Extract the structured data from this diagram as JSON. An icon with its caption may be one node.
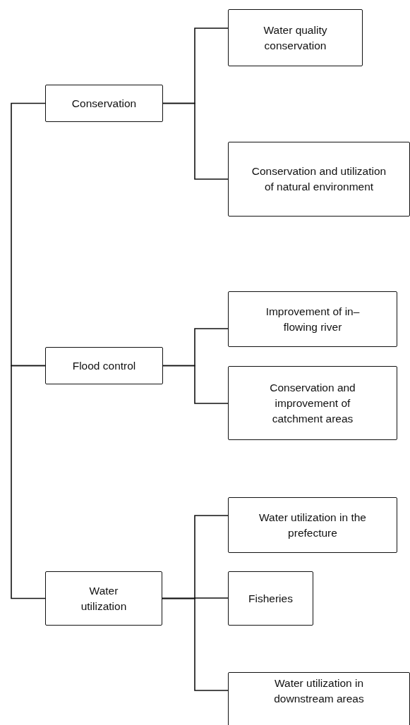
{
  "diagram": {
    "nodes": [
      {
        "text": [
          "Conservation"
        ]
      },
      {
        "text": [
          "Water quality conservation"
        ]
      },
      {
        "text": [
          "Conservation and utilization of natural environment"
        ]
      },
      {
        "text": [
          "Flood control"
        ]
      },
      {
        "text": [
          "Improvement of in–flowing river"
        ]
      },
      {
        "text": [
          "Conservation and improvement of catchment areas"
        ]
      },
      {
        "text": [
          "Water utilization"
        ]
      },
      {
        "text": [
          "Water utilization in the prefecture"
        ]
      },
      {
        "text": [
          "Fisheries"
        ]
      },
      {
        "text": [
          "Water utilization in downstream areas"
        ]
      }
    ],
    "edges": [
      {
        "from": 0,
        "to": 1,
        "arrow": "none"
      },
      {
        "from": 0,
        "to": 2,
        "arrow": "none"
      },
      {
        "from": 3,
        "to": 4,
        "arrow": "none"
      },
      {
        "from": 3,
        "to": 5,
        "arrow": "none"
      },
      {
        "from": 6,
        "to": 7,
        "arrow": "none"
      },
      {
        "from": 6,
        "to": 8,
        "arrow": "none"
      },
      {
        "from": 6,
        "to": 9,
        "arrow": "none"
      },
      {
        "from": 0,
        "to": 3,
        "arrow": "none"
      },
      {
        "from": 3,
        "to": 6,
        "arrow": "none"
      }
    ]
  }
}
